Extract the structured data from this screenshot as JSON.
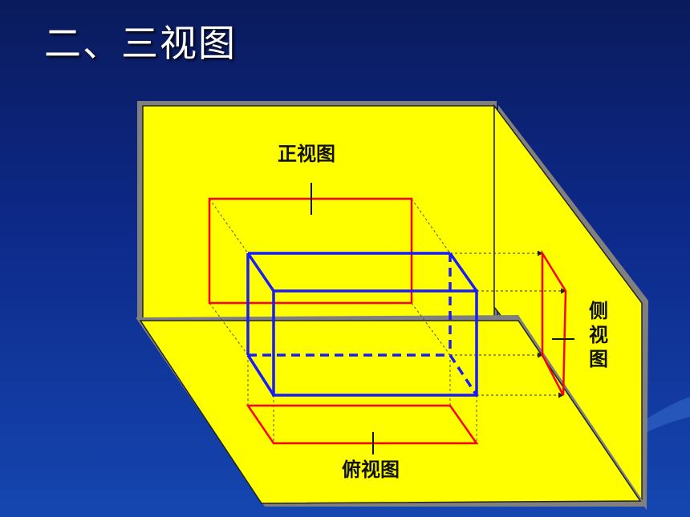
{
  "slide": {
    "title": "二、三视图"
  },
  "labels": {
    "front_view": "正视图",
    "top_view": "俯视图",
    "side_view": [
      "侧",
      "视",
      "图"
    ]
  },
  "colors": {
    "plane": "#ffff00",
    "solid": "#1a1aff",
    "projection": "#ff0000",
    "guide": "#333333"
  }
}
